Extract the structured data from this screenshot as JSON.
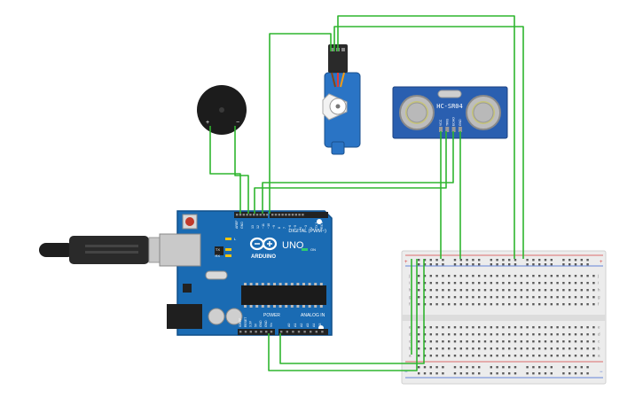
{
  "arduino": {
    "brand": "ARDUINO",
    "model": "UNO",
    "header_digital": "DIGITAL (PWM~)",
    "header_power": "POWER",
    "header_analog": "ANALOG IN",
    "led_l": "L",
    "led_tx": "TX",
    "led_rx": "RX",
    "led_on": "ON",
    "pin_aref": "AREF",
    "pin_gnd": "GND",
    "digital_pins": [
      "13",
      "12",
      "~11",
      "~10",
      "~9",
      "8",
      "7",
      "~6",
      "~5",
      "4",
      "~3",
      "2",
      "TX 1",
      "RX 0"
    ],
    "analog_pins": [
      "A0",
      "A1",
      "A2",
      "A3",
      "A4",
      "A5"
    ],
    "power_pins": [
      "IOREF",
      "RESET",
      "3.3V",
      "5V",
      "GND",
      "GND",
      "Vin"
    ]
  },
  "sensor": {
    "label": "HC-SR04",
    "pins": [
      "VCC",
      "TRIG",
      "ECHO",
      "GND"
    ]
  },
  "buzzer": {
    "plus": "+",
    "minus": "−"
  },
  "breadboard": {
    "row_letters_top": [
      "j",
      "i",
      "h",
      "g",
      "f"
    ],
    "row_letters_bottom": [
      "e",
      "d",
      "c",
      "b",
      "a"
    ],
    "rail_plus": "+",
    "rail_minus": "−"
  },
  "colors": {
    "wire": "#2fb52f",
    "board": "#1a6bb3",
    "servo": "#2a74c5",
    "sensor": "#2a5fb0",
    "breadboard": "#ececec"
  }
}
